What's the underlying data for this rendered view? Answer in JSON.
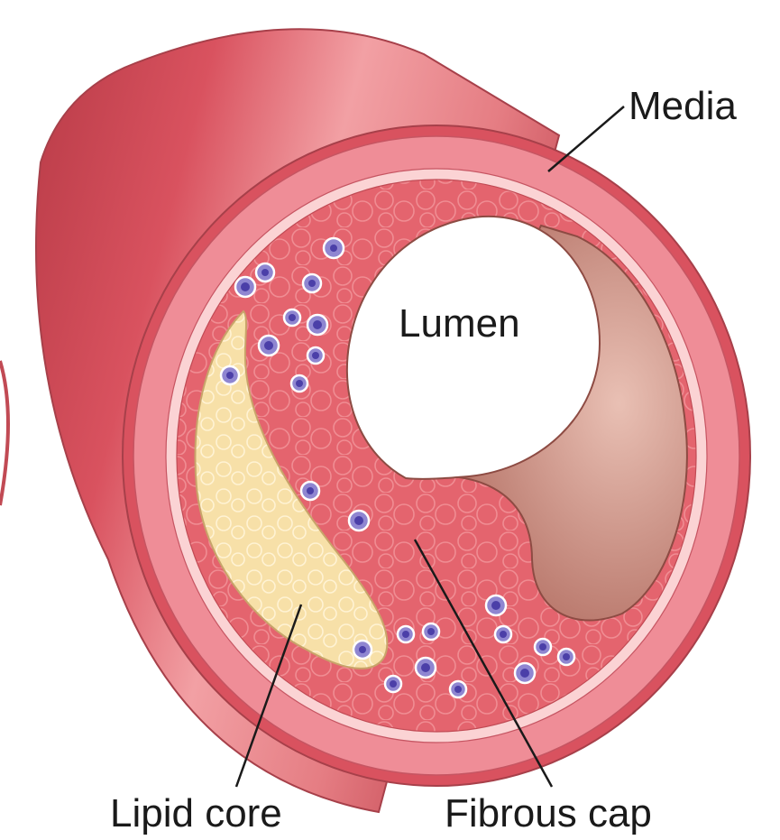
{
  "labels": {
    "media": "Media",
    "lumen": "Lumen",
    "lipid_core": "Lipid core",
    "fibrous_cap": "Fibrous cap"
  },
  "colors": {
    "vessel_outer": "#d9525f",
    "vessel_highlight": "#f2a0a4",
    "media": "#ef8d97",
    "intima": "#e4646e",
    "lipid": "#f7e0a8",
    "lumen_interior": "#d49b8f",
    "cell_fill": "#8f86d1",
    "cell_nucleus": "#4b3fa8"
  }
}
